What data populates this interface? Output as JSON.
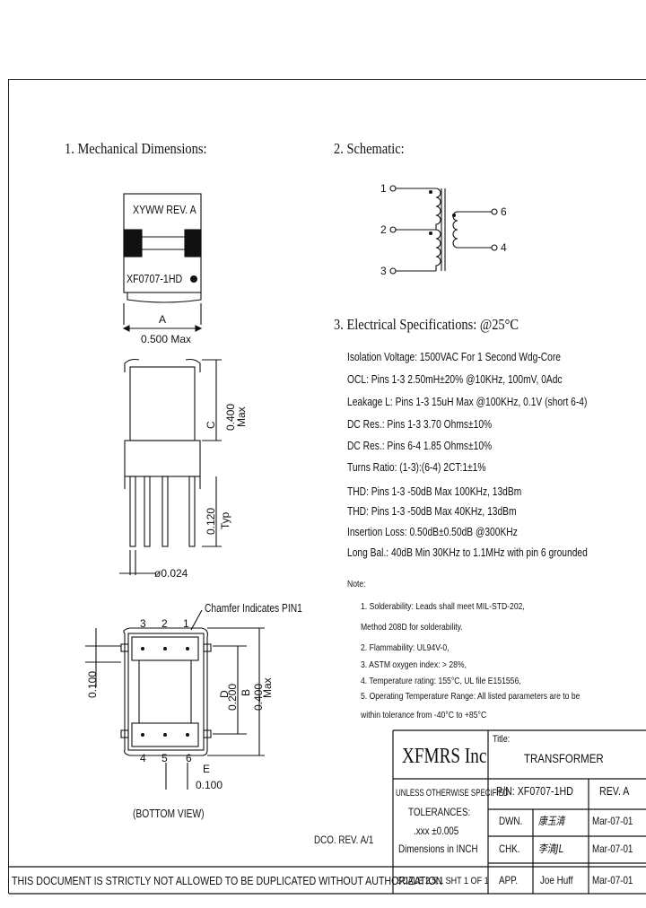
{
  "sections": {
    "mechanical": "1. Mechanical Dimensions:",
    "schematic": "2. Schematic:",
    "electrical": "3. Electrical Specifications: @25°C"
  },
  "top_view": {
    "marking_line1": "XYWW  REV. A",
    "marking_line2": "XF0707-1HD",
    "dim_a_letter": "A",
    "dim_a_value": "0.500 Max"
  },
  "side_view": {
    "dim_c_letter": "C",
    "dim_c_value": "0.400",
    "dim_c_suffix": "Max",
    "dim_pin_value": "0.120",
    "dim_pin_suffix": "Typ",
    "dia": "ø0.024"
  },
  "bottom_view": {
    "chamfer_note": "Chamfer Indicates PIN1",
    "pins_top": [
      "3",
      "2",
      "1"
    ],
    "pins_bottom": [
      "4",
      "5",
      "6"
    ],
    "dim_pitch": "0.100",
    "dim_d_letter": "D",
    "dim_d_value": "0.200",
    "dim_b_letter": "B",
    "dim_b_value": "0.400",
    "dim_b_suffix": "Max",
    "dim_e_letter": "E",
    "dim_e_value": "0.100",
    "caption": "(BOTTOM VIEW)"
  },
  "schematic": {
    "pin1": "1",
    "pin2": "2",
    "pin3": "3",
    "pin6": "6",
    "pin4": "4"
  },
  "specs": [
    "Isolation Voltage: 1500VAC For 1 Second Wdg-Core",
    "OCL: Pins 1-3 2.50mH±20% @10KHz, 100mV, 0Adc",
    "Leakage L: Pins 1-3 15uH Max @100KHz, 0.1V (short 6-4)",
    "DC Res.: Pins 1-3 3.70 Ohms±10%",
    "DC Res.: Pins 6-4 1.85 Ohms±10%",
    "Turns Ratio: (1-3):(6-4) 2CT:1±1%",
    "THD: Pins 1-3 -50dB Max 100KHz, 13dBm",
    "THD: Pins 1-3 -50dB Max 40KHz, 13dBm",
    "Insertion Loss: 0.50dB±0.50dB @300KHz",
    "Long Bal.: 40dB Min 30KHz to 1.1MHz with pin 6 grounded"
  ],
  "notes_title": "Note:",
  "notes": [
    "1. Solderability: Leads shall meet MIL-STD-202,",
    "   Method 208D for solderability.",
    "2. Flammability: UL94V-0,",
    "3. ASTM oxygen index: > 28%,",
    "4. Temperature rating: 155°C, UL file E151556,",
    "5. Operating Temperature Range: All listed parameters are to be",
    "   within tolerance from -40°C to +85°C"
  ],
  "title_block": {
    "company": "XFMRS Inc",
    "title_label": "Title:",
    "title": "TRANSFORMER",
    "tolerance_header": "UNLESS OTHERWISE SPECIFIED",
    "tolerances_label": "TOLERANCES:",
    "tolerance_value": ".xxx ±0.005",
    "dimensions_unit": "Dimensions in INCH",
    "pn": "P/N: XF0707-1HD",
    "rev": "REV. A",
    "dwn_label": "DWN.",
    "dwn_name": "康玉清",
    "dwn_date": "Mar-07-01",
    "chk_label": "CHK.",
    "chk_name": "李清JL",
    "chk_date": "Mar-07-01",
    "app_label": "APP.",
    "app_name": "Joe Huff",
    "app_date": "Mar-07-01",
    "scale": "SCALE 2.5:1 SHT 1 OF 1",
    "dco": "DCO. REV. A/1"
  },
  "footer": "THIS DOCUMENT IS STRICTLY NOT ALLOWED TO BE DUPLICATED WITHOUT AUTHORIZATION"
}
